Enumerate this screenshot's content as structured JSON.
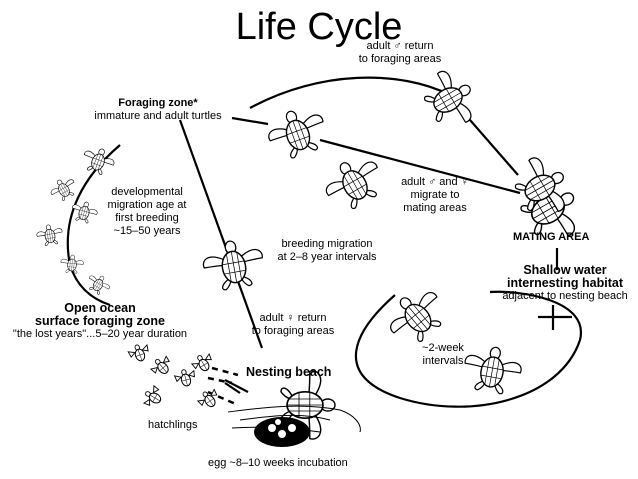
{
  "title": "Life Cycle",
  "labels": {
    "adult_male_return": [
      "adult ♂ return",
      "to foraging areas"
    ],
    "foraging_zone_head": "Foraging zone*",
    "foraging_zone_sub": "immature and adult turtles",
    "developmental": [
      "developmental",
      "migration age at",
      "first breeding",
      "~15–50 years"
    ],
    "adults_migrate": [
      "adult ♂ and ♀",
      "migrate to",
      "mating areas"
    ],
    "mating_area": "MATING AREA",
    "breeding_migration": [
      "breeding migration",
      "at 2–8 year intervals"
    ],
    "shallow_water_head": [
      "Shallow water",
      "internesting habitat"
    ],
    "shallow_water_sub": "adjacent to nesting beach",
    "open_ocean_head": [
      "Open ocean",
      "surface foraging zone"
    ],
    "open_ocean_sub": "\"the lost years\"...5–20 year duration",
    "adult_female_return": [
      "adult ♀ return",
      "to foraging areas"
    ],
    "two_week": [
      "~2-week",
      "intervals"
    ],
    "nesting_beach": "Nesting beach",
    "hatchlings": "hatchlings",
    "egg": "egg ~8–10 weeks incubation"
  },
  "colors": {
    "ink": "#000000",
    "background": "#ffffff"
  }
}
